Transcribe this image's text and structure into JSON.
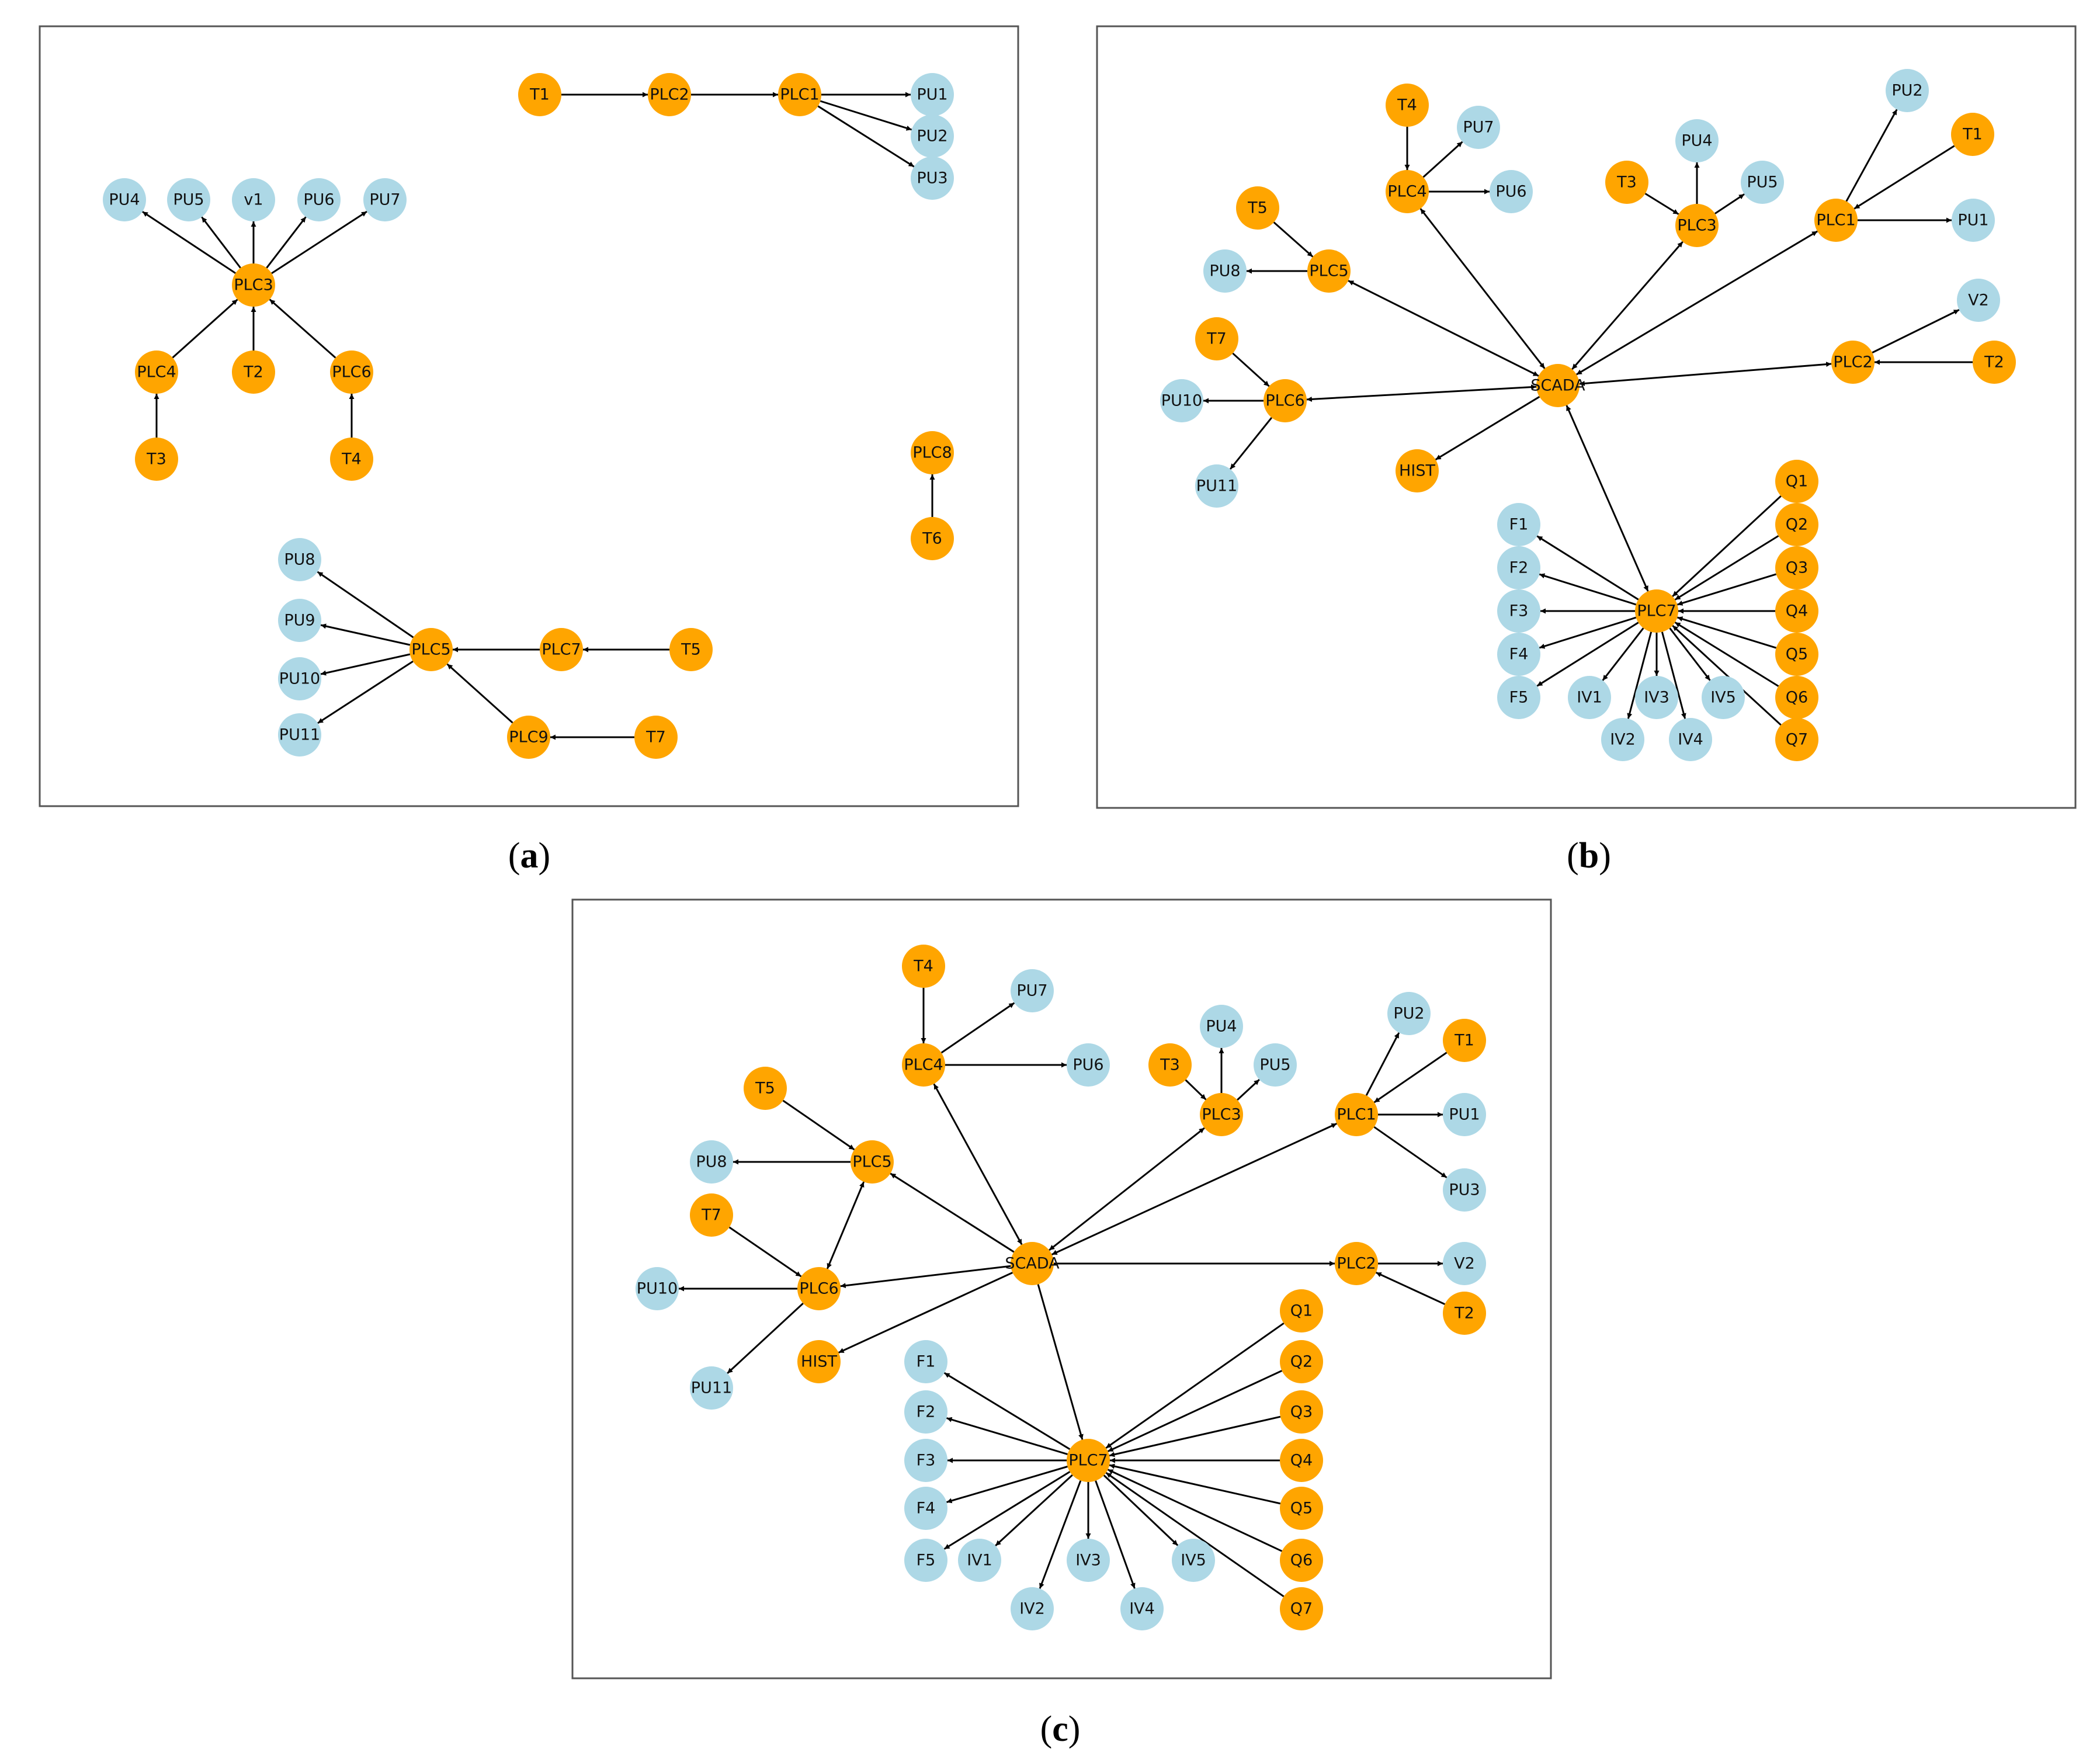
{
  "colors": {
    "controller": "#FFA500",
    "device": "#ADD8E6",
    "edge": "#000000",
    "frame": "#555555"
  },
  "panels": [
    {
      "id": "a",
      "caption": "a",
      "nodes": [
        {
          "id": "T1",
          "label": "T1",
          "kind": "controller"
        },
        {
          "id": "PLC2",
          "label": "PLC2",
          "kind": "controller"
        },
        {
          "id": "PLC1",
          "label": "PLC1",
          "kind": "controller"
        },
        {
          "id": "PU1",
          "label": "PU1",
          "kind": "device"
        },
        {
          "id": "PU2",
          "label": "PU2",
          "kind": "device"
        },
        {
          "id": "PU3",
          "label": "PU3",
          "kind": "device"
        },
        {
          "id": "PU4",
          "label": "PU4",
          "kind": "device"
        },
        {
          "id": "PU5",
          "label": "PU5",
          "kind": "device"
        },
        {
          "id": "v1",
          "label": "v1",
          "kind": "device"
        },
        {
          "id": "PU6",
          "label": "PU6",
          "kind": "device"
        },
        {
          "id": "PU7",
          "label": "PU7",
          "kind": "device"
        },
        {
          "id": "PLC3",
          "label": "PLC3",
          "kind": "controller"
        },
        {
          "id": "PLC4",
          "label": "PLC4",
          "kind": "controller"
        },
        {
          "id": "T2",
          "label": "T2",
          "kind": "controller"
        },
        {
          "id": "PLC6",
          "label": "PLC6",
          "kind": "controller"
        },
        {
          "id": "T3",
          "label": "T3",
          "kind": "controller"
        },
        {
          "id": "T4",
          "label": "T4",
          "kind": "controller"
        },
        {
          "id": "PLC8",
          "label": "PLC8",
          "kind": "controller"
        },
        {
          "id": "T6",
          "label": "T6",
          "kind": "controller"
        },
        {
          "id": "PU8",
          "label": "PU8",
          "kind": "device"
        },
        {
          "id": "PU9",
          "label": "PU9",
          "kind": "device"
        },
        {
          "id": "PU10",
          "label": "PU10",
          "kind": "device"
        },
        {
          "id": "PU11",
          "label": "PU11",
          "kind": "device"
        },
        {
          "id": "PLC5",
          "label": "PLC5",
          "kind": "controller"
        },
        {
          "id": "PLC7",
          "label": "PLC7",
          "kind": "controller"
        },
        {
          "id": "T5",
          "label": "T5",
          "kind": "controller"
        },
        {
          "id": "PLC9",
          "label": "PLC9",
          "kind": "controller"
        },
        {
          "id": "T7",
          "label": "T7",
          "kind": "controller"
        }
      ],
      "edges": [
        {
          "from": "T1",
          "to": "PLC2"
        },
        {
          "from": "PLC2",
          "to": "PLC1"
        },
        {
          "from": "PLC1",
          "to": "PU1"
        },
        {
          "from": "PLC1",
          "to": "PU2"
        },
        {
          "from": "PLC1",
          "to": "PU3"
        },
        {
          "from": "PLC3",
          "to": "PU4"
        },
        {
          "from": "PLC3",
          "to": "PU5"
        },
        {
          "from": "PLC3",
          "to": "v1"
        },
        {
          "from": "PLC3",
          "to": "PU6"
        },
        {
          "from": "PLC3",
          "to": "PU7"
        },
        {
          "from": "PLC4",
          "to": "PLC3"
        },
        {
          "from": "T2",
          "to": "PLC3"
        },
        {
          "from": "PLC6",
          "to": "PLC3"
        },
        {
          "from": "T3",
          "to": "PLC4"
        },
        {
          "from": "T4",
          "to": "PLC6"
        },
        {
          "from": "T6",
          "to": "PLC8"
        },
        {
          "from": "PLC5",
          "to": "PU8"
        },
        {
          "from": "PLC5",
          "to": "PU9"
        },
        {
          "from": "PLC5",
          "to": "PU10"
        },
        {
          "from": "PLC5",
          "to": "PU11"
        },
        {
          "from": "PLC7",
          "to": "PLC5"
        },
        {
          "from": "T5",
          "to": "PLC7"
        },
        {
          "from": "PLC9",
          "to": "PLC5"
        },
        {
          "from": "T7",
          "to": "PLC9"
        }
      ]
    },
    {
      "id": "b",
      "caption": "b",
      "nodes": [
        {
          "id": "T4",
          "label": "T4",
          "kind": "controller"
        },
        {
          "id": "PU7",
          "label": "PU7",
          "kind": "device"
        },
        {
          "id": "PLC4",
          "label": "PLC4",
          "kind": "controller"
        },
        {
          "id": "PU6",
          "label": "PU6",
          "kind": "device"
        },
        {
          "id": "PU2",
          "label": "PU2",
          "kind": "device"
        },
        {
          "id": "T1",
          "label": "T1",
          "kind": "controller"
        },
        {
          "id": "PU4",
          "label": "PU4",
          "kind": "device"
        },
        {
          "id": "T3",
          "label": "T3",
          "kind": "controller"
        },
        {
          "id": "PU5",
          "label": "PU5",
          "kind": "device"
        },
        {
          "id": "PLC3",
          "label": "PLC3",
          "kind": "controller"
        },
        {
          "id": "PLC1",
          "label": "PLC1",
          "kind": "controller"
        },
        {
          "id": "PU1",
          "label": "PU1",
          "kind": "device"
        },
        {
          "id": "T5",
          "label": "T5",
          "kind": "controller"
        },
        {
          "id": "PU8",
          "label": "PU8",
          "kind": "device"
        },
        {
          "id": "PLC5",
          "label": "PLC5",
          "kind": "controller"
        },
        {
          "id": "V2",
          "label": "V2",
          "kind": "device"
        },
        {
          "id": "T7",
          "label": "T7",
          "kind": "controller"
        },
        {
          "id": "PLC2",
          "label": "PLC2",
          "kind": "controller"
        },
        {
          "id": "T2",
          "label": "T2",
          "kind": "controller"
        },
        {
          "id": "PU10",
          "label": "PU10",
          "kind": "device"
        },
        {
          "id": "PLC6",
          "label": "PLC6",
          "kind": "controller"
        },
        {
          "id": "SCADA",
          "label": "SCADA",
          "kind": "controller"
        },
        {
          "id": "HIST",
          "label": "HIST",
          "kind": "controller"
        },
        {
          "id": "PU11",
          "label": "PU11",
          "kind": "device"
        },
        {
          "id": "F1",
          "label": "F1",
          "kind": "device"
        },
        {
          "id": "F2",
          "label": "F2",
          "kind": "device"
        },
        {
          "id": "F3",
          "label": "F3",
          "kind": "device"
        },
        {
          "id": "F4",
          "label": "F4",
          "kind": "device"
        },
        {
          "id": "F5",
          "label": "F5",
          "kind": "device"
        },
        {
          "id": "PLC7",
          "label": "PLC7",
          "kind": "controller"
        },
        {
          "id": "IV1",
          "label": "IV1",
          "kind": "device"
        },
        {
          "id": "IV2",
          "label": "IV2",
          "kind": "device"
        },
        {
          "id": "IV3",
          "label": "IV3",
          "kind": "device"
        },
        {
          "id": "IV4",
          "label": "IV4",
          "kind": "device"
        },
        {
          "id": "IV5",
          "label": "IV5",
          "kind": "device"
        },
        {
          "id": "Q1",
          "label": "Q1",
          "kind": "controller"
        },
        {
          "id": "Q2",
          "label": "Q2",
          "kind": "controller"
        },
        {
          "id": "Q3",
          "label": "Q3",
          "kind": "controller"
        },
        {
          "id": "Q4",
          "label": "Q4",
          "kind": "controller"
        },
        {
          "id": "Q5",
          "label": "Q5",
          "kind": "controller"
        },
        {
          "id": "Q6",
          "label": "Q6",
          "kind": "controller"
        },
        {
          "id": "Q7",
          "label": "Q7",
          "kind": "controller"
        }
      ],
      "edges": [
        {
          "from": "T4",
          "to": "PLC4"
        },
        {
          "from": "PLC4",
          "to": "PU7"
        },
        {
          "from": "PLC4",
          "to": "PU6"
        },
        {
          "from": "T3",
          "to": "PLC3"
        },
        {
          "from": "PLC3",
          "to": "PU4"
        },
        {
          "from": "PLC3",
          "to": "PU5"
        },
        {
          "from": "PLC1",
          "to": "PU2"
        },
        {
          "from": "T1",
          "to": "PLC1"
        },
        {
          "from": "PLC1",
          "to": "PU1"
        },
        {
          "from": "T5",
          "to": "PLC5"
        },
        {
          "from": "PLC5",
          "to": "PU8"
        },
        {
          "from": "T7",
          "to": "PLC6"
        },
        {
          "from": "PLC6",
          "to": "PU10"
        },
        {
          "from": "PLC6",
          "to": "PU11"
        },
        {
          "from": "PLC2",
          "to": "V2"
        },
        {
          "from": "T2",
          "to": "PLC2"
        },
        {
          "from": "SCADA",
          "to": "PLC4",
          "both": true
        },
        {
          "from": "SCADA",
          "to": "PLC3",
          "both": true
        },
        {
          "from": "SCADA",
          "to": "PLC1",
          "both": true
        },
        {
          "from": "SCADA",
          "to": "PLC5",
          "both": true
        },
        {
          "from": "SCADA",
          "to": "PLC6",
          "both": true
        },
        {
          "from": "SCADA",
          "to": "PLC2",
          "both": true
        },
        {
          "from": "SCADA",
          "to": "PLC7",
          "both": true
        },
        {
          "from": "SCADA",
          "to": "HIST"
        },
        {
          "from": "PLC7",
          "to": "F1"
        },
        {
          "from": "PLC7",
          "to": "F2"
        },
        {
          "from": "PLC7",
          "to": "F3"
        },
        {
          "from": "PLC7",
          "to": "F4"
        },
        {
          "from": "PLC7",
          "to": "F5"
        },
        {
          "from": "PLC7",
          "to": "IV1"
        },
        {
          "from": "PLC7",
          "to": "IV2"
        },
        {
          "from": "PLC7",
          "to": "IV3"
        },
        {
          "from": "PLC7",
          "to": "IV4"
        },
        {
          "from": "PLC7",
          "to": "IV5"
        },
        {
          "from": "Q1",
          "to": "PLC7"
        },
        {
          "from": "Q2",
          "to": "PLC7"
        },
        {
          "from": "Q3",
          "to": "PLC7"
        },
        {
          "from": "Q4",
          "to": "PLC7"
        },
        {
          "from": "Q5",
          "to": "PLC7"
        },
        {
          "from": "Q6",
          "to": "PLC7"
        },
        {
          "from": "Q7",
          "to": "PLC7"
        }
      ]
    },
    {
      "id": "c",
      "caption": "c",
      "nodes": [
        {
          "id": "T4",
          "label": "T4",
          "kind": "controller"
        },
        {
          "id": "PU7",
          "label": "PU7",
          "kind": "device"
        },
        {
          "id": "PLC4",
          "label": "PLC4",
          "kind": "controller"
        },
        {
          "id": "PU6",
          "label": "PU6",
          "kind": "device"
        },
        {
          "id": "PU4",
          "label": "PU4",
          "kind": "device"
        },
        {
          "id": "T3",
          "label": "T3",
          "kind": "controller"
        },
        {
          "id": "PU5",
          "label": "PU5",
          "kind": "device"
        },
        {
          "id": "PLC3",
          "label": "PLC3",
          "kind": "controller"
        },
        {
          "id": "PU2",
          "label": "PU2",
          "kind": "device"
        },
        {
          "id": "T1",
          "label": "T1",
          "kind": "controller"
        },
        {
          "id": "PLC1",
          "label": "PLC1",
          "kind": "controller"
        },
        {
          "id": "PU1",
          "label": "PU1",
          "kind": "device"
        },
        {
          "id": "PU3",
          "label": "PU3",
          "kind": "device"
        },
        {
          "id": "T5",
          "label": "T5",
          "kind": "controller"
        },
        {
          "id": "PU8",
          "label": "PU8",
          "kind": "device"
        },
        {
          "id": "PLC5",
          "label": "PLC5",
          "kind": "controller"
        },
        {
          "id": "T7",
          "label": "T7",
          "kind": "controller"
        },
        {
          "id": "SCADA",
          "label": "SCADA",
          "kind": "controller"
        },
        {
          "id": "PLC2",
          "label": "PLC2",
          "kind": "controller"
        },
        {
          "id": "V2",
          "label": "V2",
          "kind": "device"
        },
        {
          "id": "PU10",
          "label": "PU10",
          "kind": "device"
        },
        {
          "id": "PLC6",
          "label": "PLC6",
          "kind": "controller"
        },
        {
          "id": "T2",
          "label": "T2",
          "kind": "controller"
        },
        {
          "id": "HIST",
          "label": "HIST",
          "kind": "controller"
        },
        {
          "id": "PU11",
          "label": "PU11",
          "kind": "device"
        },
        {
          "id": "F1",
          "label": "F1",
          "kind": "device"
        },
        {
          "id": "F2",
          "label": "F2",
          "kind": "device"
        },
        {
          "id": "F3",
          "label": "F3",
          "kind": "device"
        },
        {
          "id": "F4",
          "label": "F4",
          "kind": "device"
        },
        {
          "id": "F5",
          "label": "F5",
          "kind": "device"
        },
        {
          "id": "PLC7",
          "label": "PLC7",
          "kind": "controller"
        },
        {
          "id": "IV1",
          "label": "IV1",
          "kind": "device"
        },
        {
          "id": "IV2",
          "label": "IV2",
          "kind": "device"
        },
        {
          "id": "IV3",
          "label": "IV3",
          "kind": "device"
        },
        {
          "id": "IV4",
          "label": "IV4",
          "kind": "device"
        },
        {
          "id": "IV5",
          "label": "IV5",
          "kind": "device"
        },
        {
          "id": "Q1",
          "label": "Q1",
          "kind": "controller"
        },
        {
          "id": "Q2",
          "label": "Q2",
          "kind": "controller"
        },
        {
          "id": "Q3",
          "label": "Q3",
          "kind": "controller"
        },
        {
          "id": "Q4",
          "label": "Q4",
          "kind": "controller"
        },
        {
          "id": "Q5",
          "label": "Q5",
          "kind": "controller"
        },
        {
          "id": "Q6",
          "label": "Q6",
          "kind": "controller"
        },
        {
          "id": "Q7",
          "label": "Q7",
          "kind": "controller"
        }
      ],
      "edges": [
        {
          "from": "T4",
          "to": "PLC4"
        },
        {
          "from": "PLC4",
          "to": "PU7"
        },
        {
          "from": "PLC4",
          "to": "PU6"
        },
        {
          "from": "T3",
          "to": "PLC3"
        },
        {
          "from": "PLC3",
          "to": "PU4"
        },
        {
          "from": "PLC3",
          "to": "PU5"
        },
        {
          "from": "PLC1",
          "to": "PU2"
        },
        {
          "from": "T1",
          "to": "PLC1"
        },
        {
          "from": "PLC1",
          "to": "PU1"
        },
        {
          "from": "PLC1",
          "to": "PU3"
        },
        {
          "from": "T5",
          "to": "PLC5"
        },
        {
          "from": "PLC5",
          "to": "PU8"
        },
        {
          "from": "PLC5",
          "to": "PLC6",
          "both": true
        },
        {
          "from": "T7",
          "to": "PLC6"
        },
        {
          "from": "PLC6",
          "to": "PU10"
        },
        {
          "from": "PLC6",
          "to": "PU11"
        },
        {
          "from": "PLC2",
          "to": "V2"
        },
        {
          "from": "T2",
          "to": "PLC2"
        },
        {
          "from": "SCADA",
          "to": "PLC4",
          "both": true
        },
        {
          "from": "SCADA",
          "to": "PLC3",
          "both": true
        },
        {
          "from": "SCADA",
          "to": "PLC1",
          "both": true
        },
        {
          "from": "SCADA",
          "to": "PLC5"
        },
        {
          "from": "SCADA",
          "to": "PLC6"
        },
        {
          "from": "SCADA",
          "to": "PLC2"
        },
        {
          "from": "SCADA",
          "to": "PLC7"
        },
        {
          "from": "SCADA",
          "to": "HIST"
        },
        {
          "from": "PLC7",
          "to": "F1"
        },
        {
          "from": "PLC7",
          "to": "F2"
        },
        {
          "from": "PLC7",
          "to": "F3"
        },
        {
          "from": "PLC7",
          "to": "F4"
        },
        {
          "from": "PLC7",
          "to": "F5"
        },
        {
          "from": "PLC7",
          "to": "IV1"
        },
        {
          "from": "PLC7",
          "to": "IV2"
        },
        {
          "from": "PLC7",
          "to": "IV3"
        },
        {
          "from": "PLC7",
          "to": "IV4"
        },
        {
          "from": "PLC7",
          "to": "IV5"
        },
        {
          "from": "Q1",
          "to": "PLC7"
        },
        {
          "from": "Q2",
          "to": "PLC7"
        },
        {
          "from": "Q3",
          "to": "PLC7"
        },
        {
          "from": "Q4",
          "to": "PLC7"
        },
        {
          "from": "Q5",
          "to": "PLC7"
        },
        {
          "from": "Q6",
          "to": "PLC7"
        },
        {
          "from": "Q7",
          "to": "PLC7"
        }
      ]
    }
  ]
}
